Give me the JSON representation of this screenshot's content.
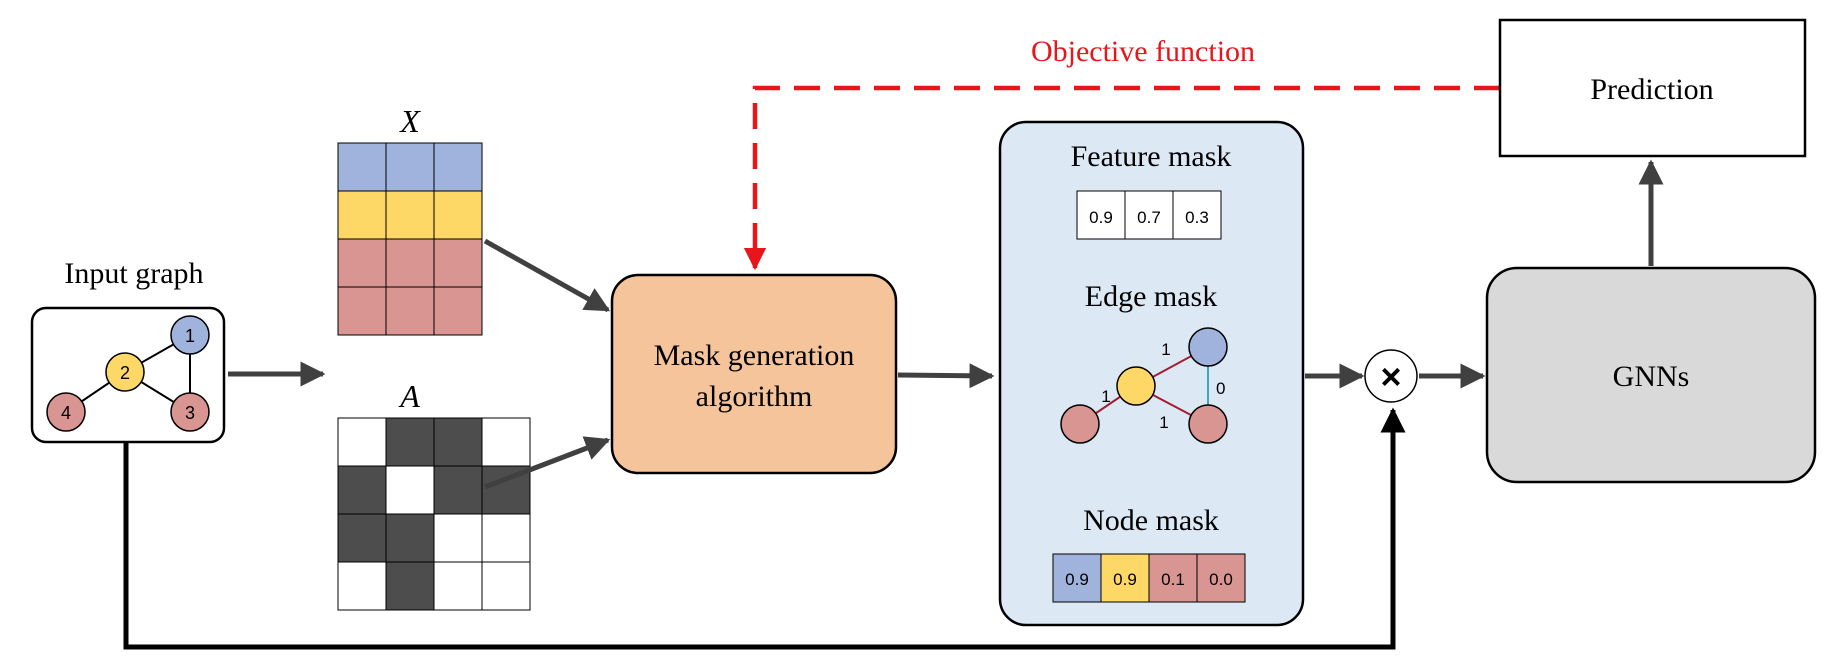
{
  "input_graph": {
    "title": "Input graph",
    "nodes": [
      {
        "label": "1",
        "color": "#9fb3dd"
      },
      {
        "label": "2",
        "color": "#fdd866"
      },
      {
        "label": "3",
        "color": "#d99591"
      },
      {
        "label": "4",
        "color": "#d99591"
      }
    ]
  },
  "matrix_x": {
    "label": "X",
    "row_colors": [
      "#9fb3dd",
      "#fdd866",
      "#d99591",
      "#d99591"
    ]
  },
  "matrix_a": {
    "label": "A",
    "cells": [
      [
        0,
        1,
        1,
        0
      ],
      [
        1,
        0,
        1,
        1
      ],
      [
        1,
        1,
        0,
        0
      ],
      [
        0,
        1,
        0,
        0
      ]
    ]
  },
  "mask_algorithm": {
    "line1": "Mask generation",
    "line2": "algorithm",
    "color": "#f6c49b"
  },
  "objective": {
    "label": "Objective function",
    "color": "#e8151b"
  },
  "masks": {
    "panel_color": "#dde8f5",
    "feature": {
      "title": "Feature mask",
      "values": [
        "0.9",
        "0.7",
        "0.3"
      ]
    },
    "edge": {
      "title": "Edge mask",
      "weights": [
        "1",
        "0",
        "1",
        "1"
      ]
    },
    "node": {
      "title": "Node mask",
      "values": [
        "0.9",
        "0.9",
        "0.1",
        "0.0"
      ],
      "colors": [
        "#9fb3dd",
        "#fdd866",
        "#d99591",
        "#d99591"
      ]
    }
  },
  "multiply": {
    "symbol": "×"
  },
  "gnn": {
    "label": "GNNs",
    "color": "#d9d9d9"
  },
  "prediction": {
    "label": "Prediction"
  }
}
